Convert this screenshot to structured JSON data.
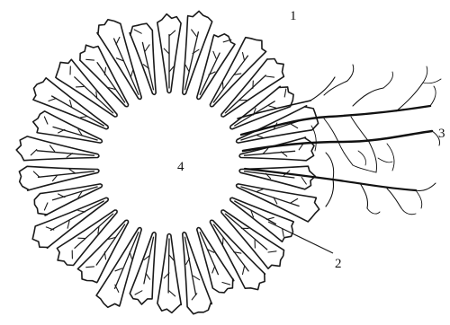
{
  "figure": {
    "labels": {
      "one": "1",
      "two": "2",
      "three": "3",
      "four": "4"
    },
    "lobe_count": 30,
    "ink_color": "#1a1a1a",
    "background_color": "#ffffff"
  }
}
